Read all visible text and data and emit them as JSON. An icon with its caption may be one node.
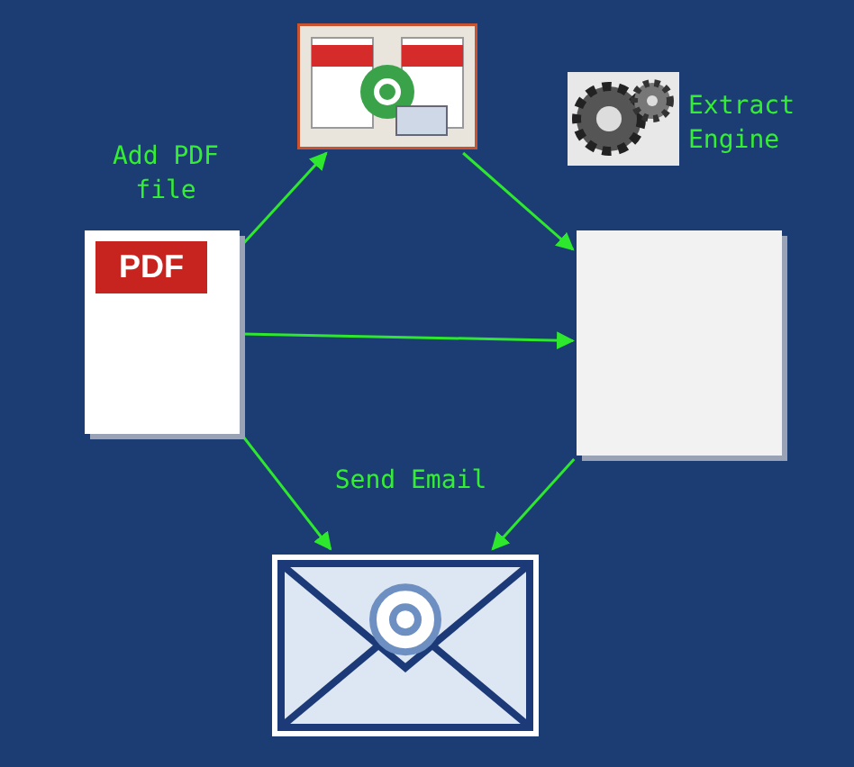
{
  "diagram": {
    "nodes": [
      {
        "text": [
          "PDF"
        ]
      },
      {
        "text": [],
        "shape": "picture"
      },
      {
        "text": [],
        "shape": "box"
      },
      {
        "text": [],
        "shape": "picture"
      }
    ],
    "edges": [
      {
        "from": 0,
        "to": 1,
        "arrow": "to"
      },
      {
        "from": 1,
        "to": 2,
        "arrow": "to"
      },
      {
        "from": 0,
        "to": 2,
        "arrow": "to"
      },
      {
        "from": 0,
        "to": 3,
        "arrow": "to"
      },
      {
        "from": 2,
        "to": 3,
        "arrow": "to"
      }
    ],
    "labels": [
      "Add PDF file",
      "Extract Engine",
      "Send Email"
    ]
  }
}
